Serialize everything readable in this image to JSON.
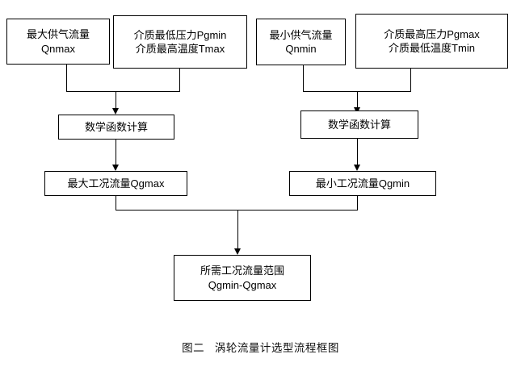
{
  "diagram": {
    "title_caption": "图二   涡轮流量计选型流程框图",
    "nodes": {
      "max_supply_flow": {
        "line1": "最大供气流量",
        "line2": "Qnmax"
      },
      "min_pressure_max_temp": {
        "line1": "介质最低压力Pgmin",
        "line2": "介质最高温度Tmax"
      },
      "min_supply_flow": {
        "line1": "最小供气流量",
        "line2": "Qnmin"
      },
      "max_pressure_min_temp": {
        "line1": "介质最高压力Pgmax",
        "line2": "介质最低温度Tmin"
      },
      "math_calc_left": {
        "line1": "数学函数计算"
      },
      "math_calc_right": {
        "line1": "数学函数计算"
      },
      "max_working_flow": {
        "line1": "最大工况流量Qgmax"
      },
      "min_working_flow": {
        "line1": "最小工况流量Qgmin"
      },
      "required_flow_range": {
        "line1": "所需工况流量范围",
        "line2": "Qgmin-Qgmax"
      }
    },
    "colors": {
      "stroke": "#000000",
      "background": "#ffffff",
      "text": "#000000"
    }
  }
}
